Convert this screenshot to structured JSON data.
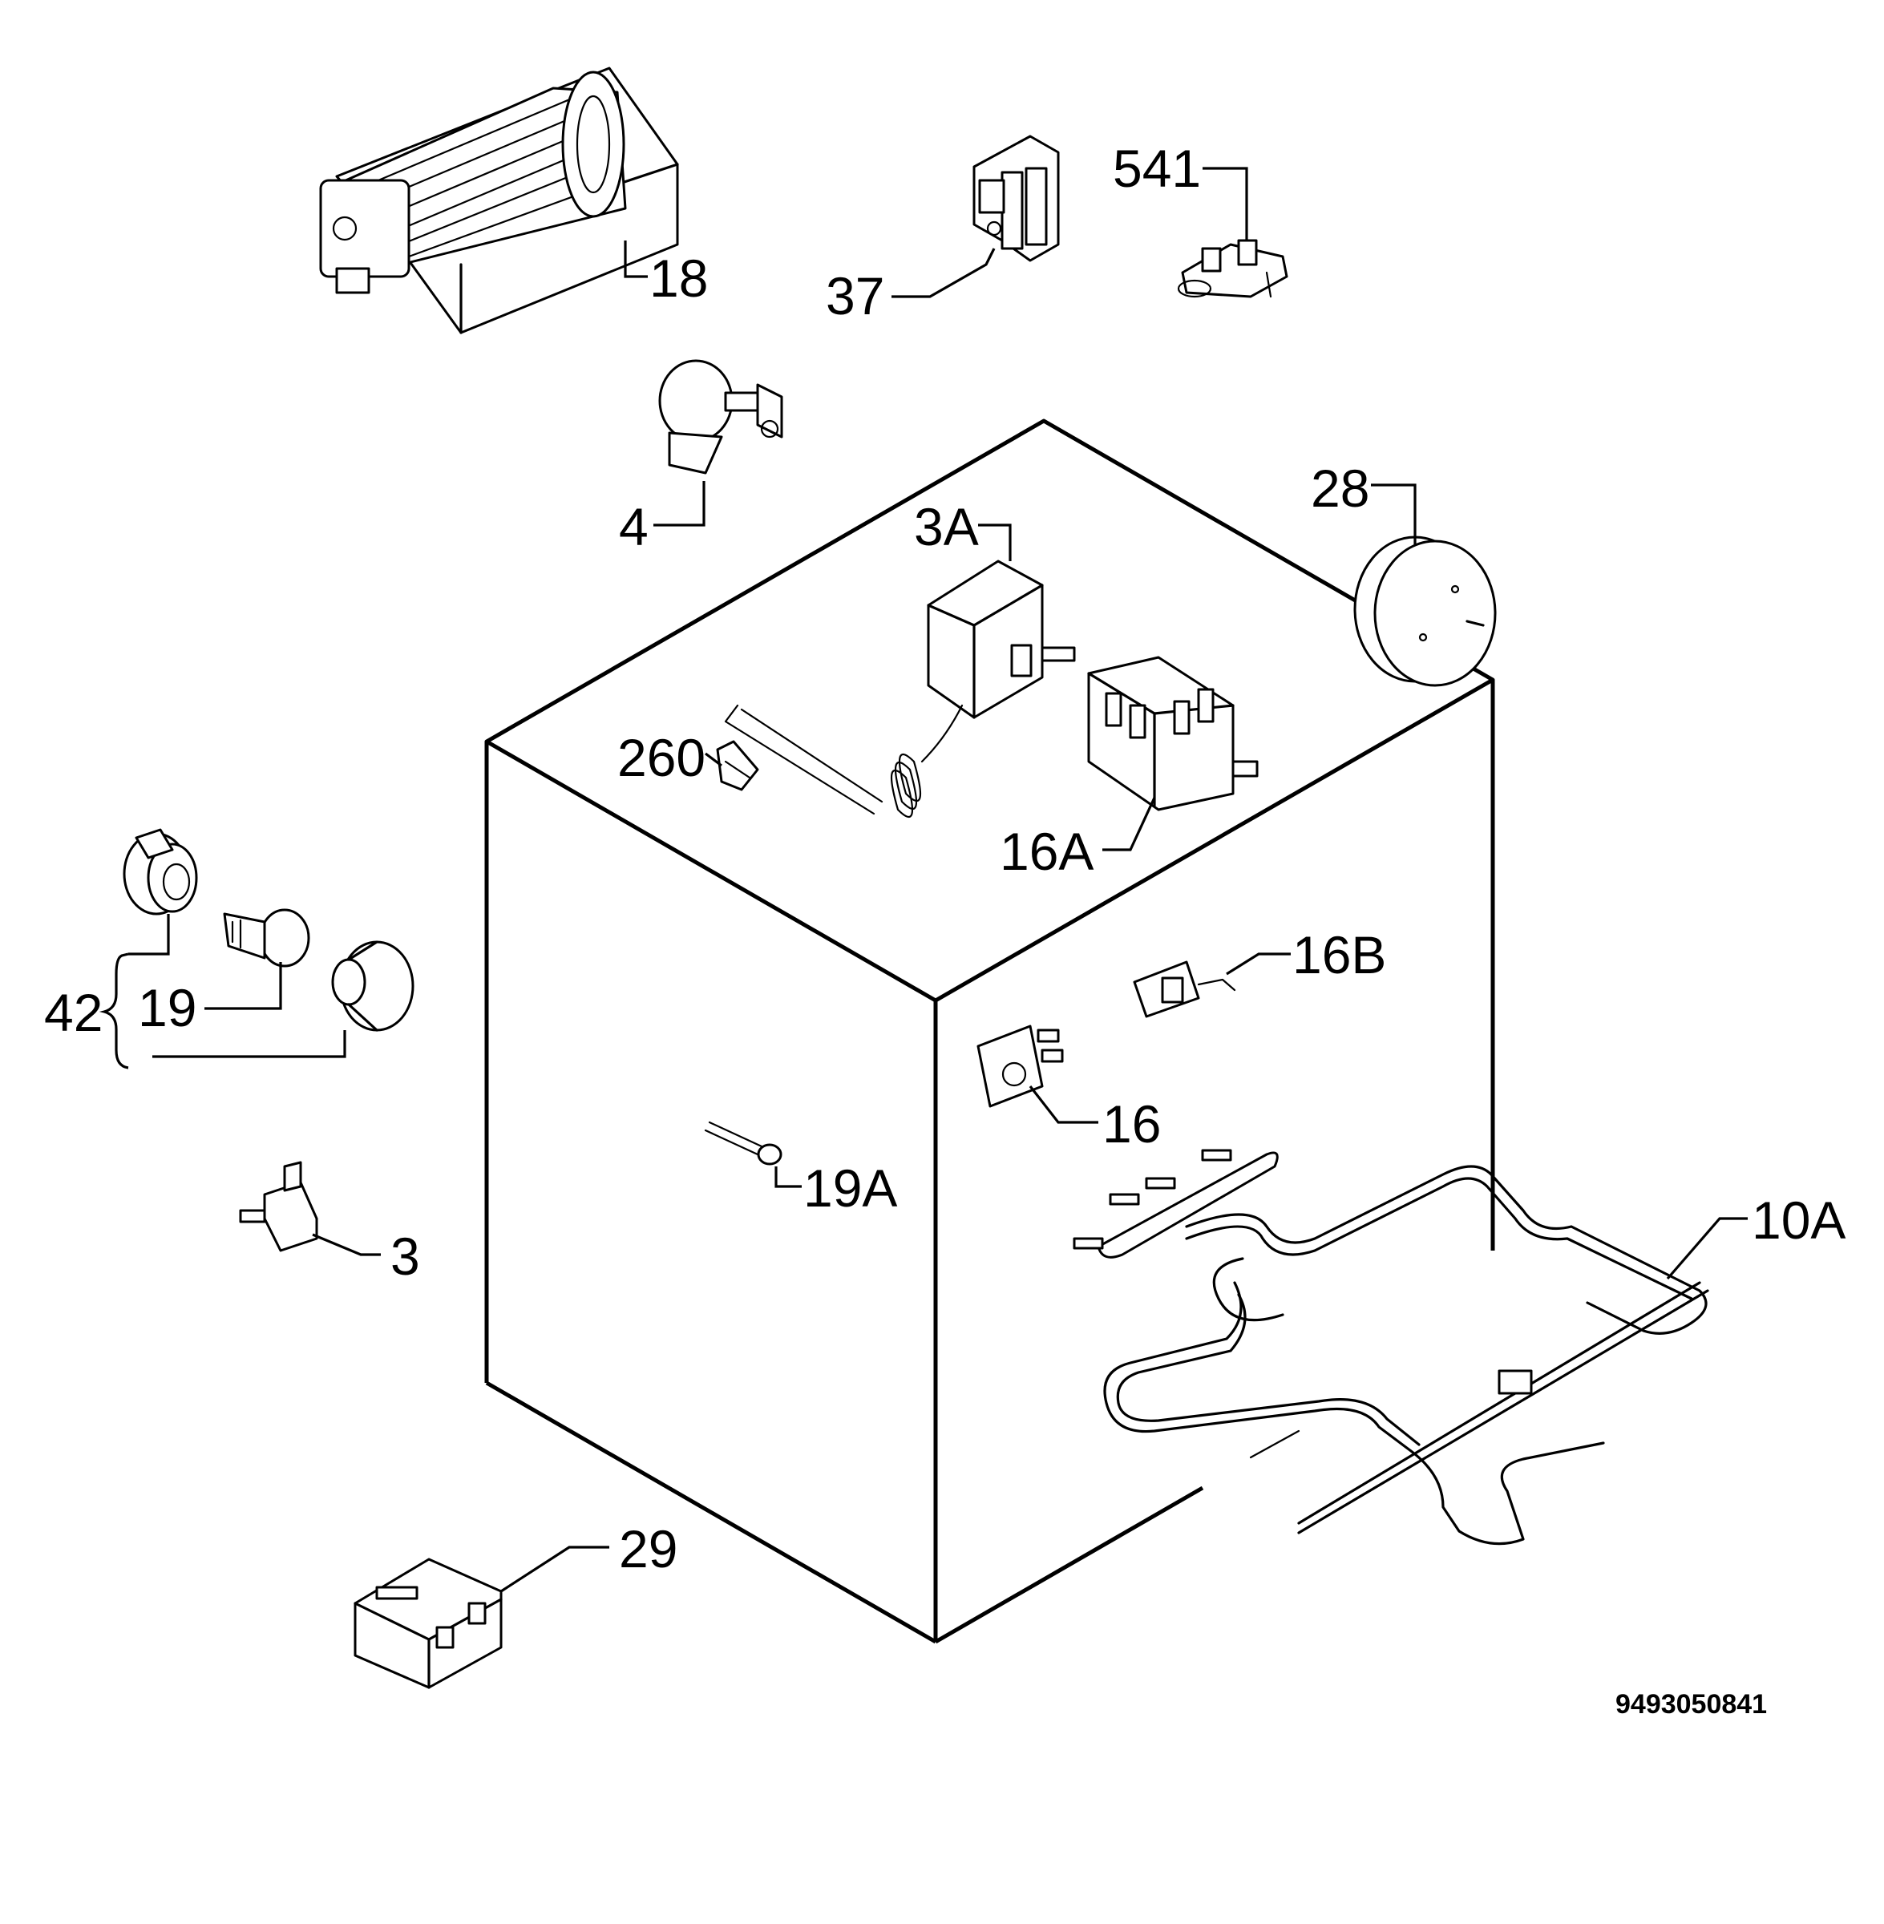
{
  "diagram": {
    "doc_code": "9493050841",
    "callouts": {
      "c18": "18",
      "c37": "37",
      "c541": "541",
      "c4": "4",
      "c28": "28",
      "c3a": "3A",
      "c260": "260",
      "c16a": "16A",
      "c42": "42",
      "c19": "19",
      "c16b": "16B",
      "c16": "16",
      "c19a": "19A",
      "c10a": "10A",
      "c3": "3",
      "c29": "29"
    }
  }
}
